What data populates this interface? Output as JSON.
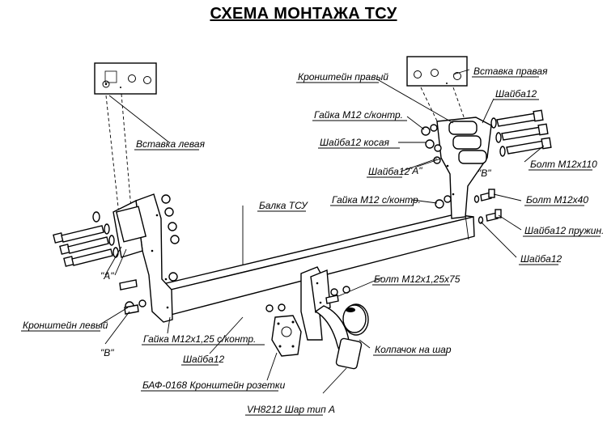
{
  "title": "СХЕМА МОНТАЖА ТСУ",
  "labels": {
    "kronshtein_pravyi": "Кронштейн правый",
    "vstavka_pravaya": "Вставка правая",
    "shaiba12_top": "Шайба12",
    "gaika_m12_kontr_top": "Гайка М12 с/контр.",
    "shaiba12_kosaya": "Шайба12 косая",
    "bolt_m12x110": "Болт М12х110",
    "shaiba12_mid": "Шайба12",
    "mark_a_top": "\"А\"",
    "mark_b_top": "\"В\"",
    "vstavka_levaya": "Вставка левая",
    "balka_tsu": "Балка ТСУ",
    "gaika_m12_kontr_mid": "Гайка М12 с/контр.",
    "bolt_m12x40": "Болт М12х40",
    "shaiba12_pruzhin": "Шайба12 пружин.",
    "shaiba12_right": "Шайба12",
    "mark_a_left": "\"А\"",
    "bolt_m12x125x75": "Болт М12х1,25х75",
    "kronshtein_levyi": "Кронштейн левый",
    "mark_b_left": "\"В\"",
    "gaika_m12x125_kontr": "Гайка М12х1,25 с/контр.",
    "shaiba12_bottom": "Шайба12",
    "kolpachok": "Колпачок на шар",
    "baf_kronshtein": "БАФ-0168 Кронштейн розетки",
    "shar": "VН8212 Шар тип А"
  }
}
